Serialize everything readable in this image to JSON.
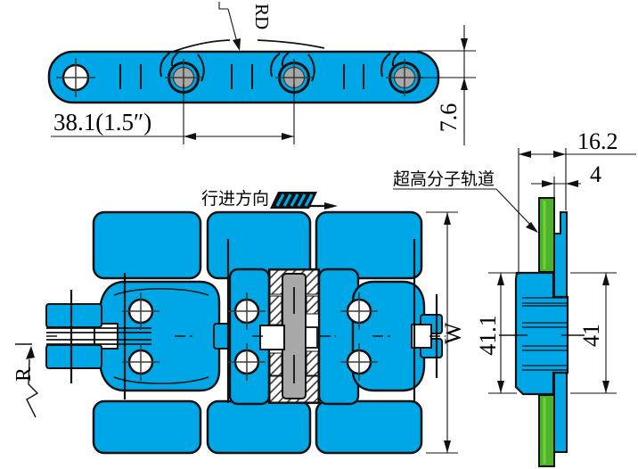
{
  "drawing": {
    "type": "engineering-drawing",
    "subject": "flat-top conveyor chain with UHMW guide rail",
    "labels": {
      "crown_radius": "RD",
      "pitch": "38.1(1.5″)",
      "plate_height": "7.6",
      "rail_overall_width": "16.2",
      "plate_thickness": "4",
      "hinge_height_left": "41.1",
      "hinge_height_right": "41",
      "chain_width": "W",
      "corner_radius": "R",
      "travel_direction": "行进方向",
      "rail_note": "超高分子轨道"
    },
    "colors": {
      "chain": "#00a7e7",
      "rail": "#4db32a",
      "rail_light": "#6fd13f",
      "pin": "#a8a8a8",
      "line": "#111111",
      "hatch": "#333333"
    }
  }
}
